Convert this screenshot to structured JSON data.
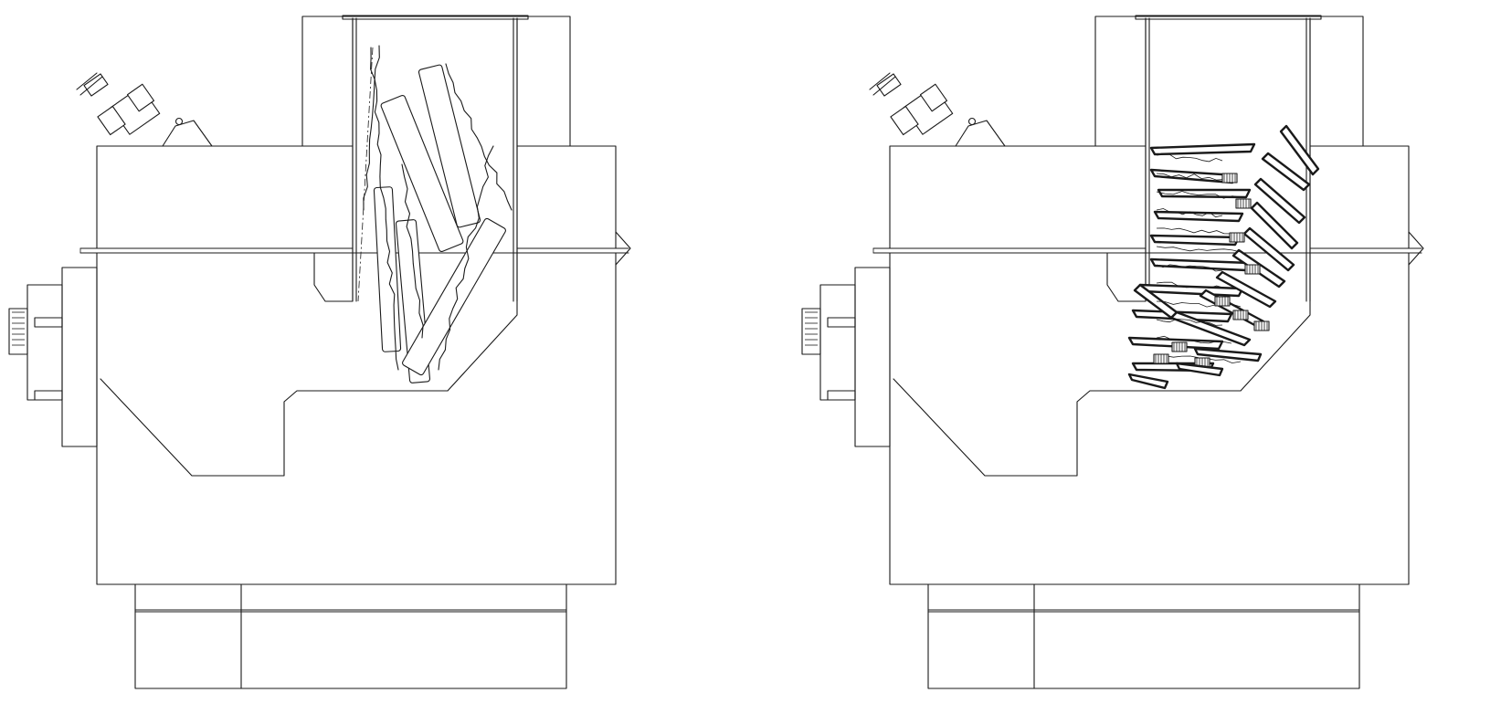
{
  "figure": {
    "panels": [
      {
        "id": "left",
        "fill_content": "long-pieces"
      },
      {
        "id": "right",
        "fill_content": "short-pieces"
      }
    ],
    "colors": {
      "stroke": "#1a1a1a",
      "paper": "#ffffff"
    }
  }
}
